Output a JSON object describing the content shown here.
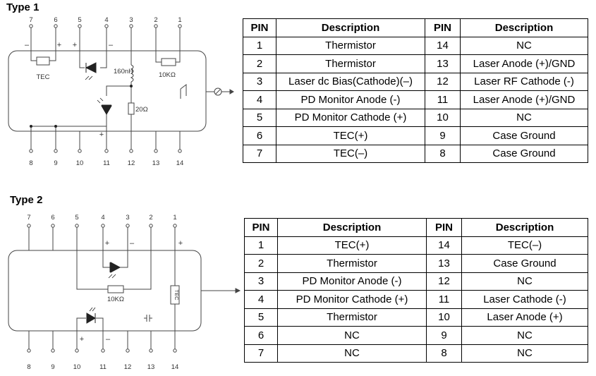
{
  "type1": {
    "title": "Type 1",
    "table": {
      "headers": [
        "PIN",
        "Description",
        "PIN",
        "Description"
      ],
      "rows": [
        [
          "1",
          "Thermistor",
          "14",
          "NC"
        ],
        [
          "2",
          "Thermistor",
          "13",
          "Laser Anode (+)/GND"
        ],
        [
          "3",
          "Laser dc Bias(Cathode)(–)",
          "12",
          "Laser RF Cathode (-)"
        ],
        [
          "4",
          "PD Monitor Anode (-)",
          "11",
          "Laser Anode (+)/GND"
        ],
        [
          "5",
          "PD Monitor Cathode (+)",
          "10",
          "NC"
        ],
        [
          "6",
          "TEC(+)",
          "9",
          "Case Ground"
        ],
        [
          "7",
          "TEC(–)",
          "8",
          "Case Ground"
        ]
      ]
    },
    "diagram": {
      "top_pins": [
        "7",
        "6",
        "5",
        "4",
        "3",
        "2",
        "1"
      ],
      "bottom_pins": [
        "8",
        "9",
        "10",
        "11",
        "12",
        "13",
        "14"
      ],
      "labels": {
        "tec": "TEC",
        "inductor": "160nH",
        "thermistor": "10KΩ",
        "resistor": "20Ω",
        "minus": "–",
        "plus": "+"
      }
    }
  },
  "type2": {
    "title": "Type 2",
    "table": {
      "headers": [
        "PIN",
        "Description",
        "PIN",
        "Description"
      ],
      "rows": [
        [
          "1",
          "TEC(+)",
          "14",
          "TEC(–)"
        ],
        [
          "2",
          "Thermistor",
          "13",
          "Case Ground"
        ],
        [
          "3",
          "PD Monitor Anode (-)",
          "12",
          "NC"
        ],
        [
          "4",
          "PD Monitor Cathode (+)",
          "11",
          "Laser Cathode (-)"
        ],
        [
          "5",
          "Thermistor",
          "10",
          "Laser Anode (+)"
        ],
        [
          "6",
          "NC",
          "9",
          "NC"
        ],
        [
          "7",
          "NC",
          "8",
          "NC"
        ]
      ]
    },
    "diagram": {
      "top_pins": [
        "7",
        "6",
        "5",
        "4",
        "3",
        "2",
        "1"
      ],
      "bottom_pins": [
        "8",
        "9",
        "10",
        "11",
        "12",
        "13",
        "14"
      ],
      "labels": {
        "thermistor": "10KΩ",
        "tec": "TEC",
        "minus": "–",
        "plus": "+"
      }
    }
  }
}
